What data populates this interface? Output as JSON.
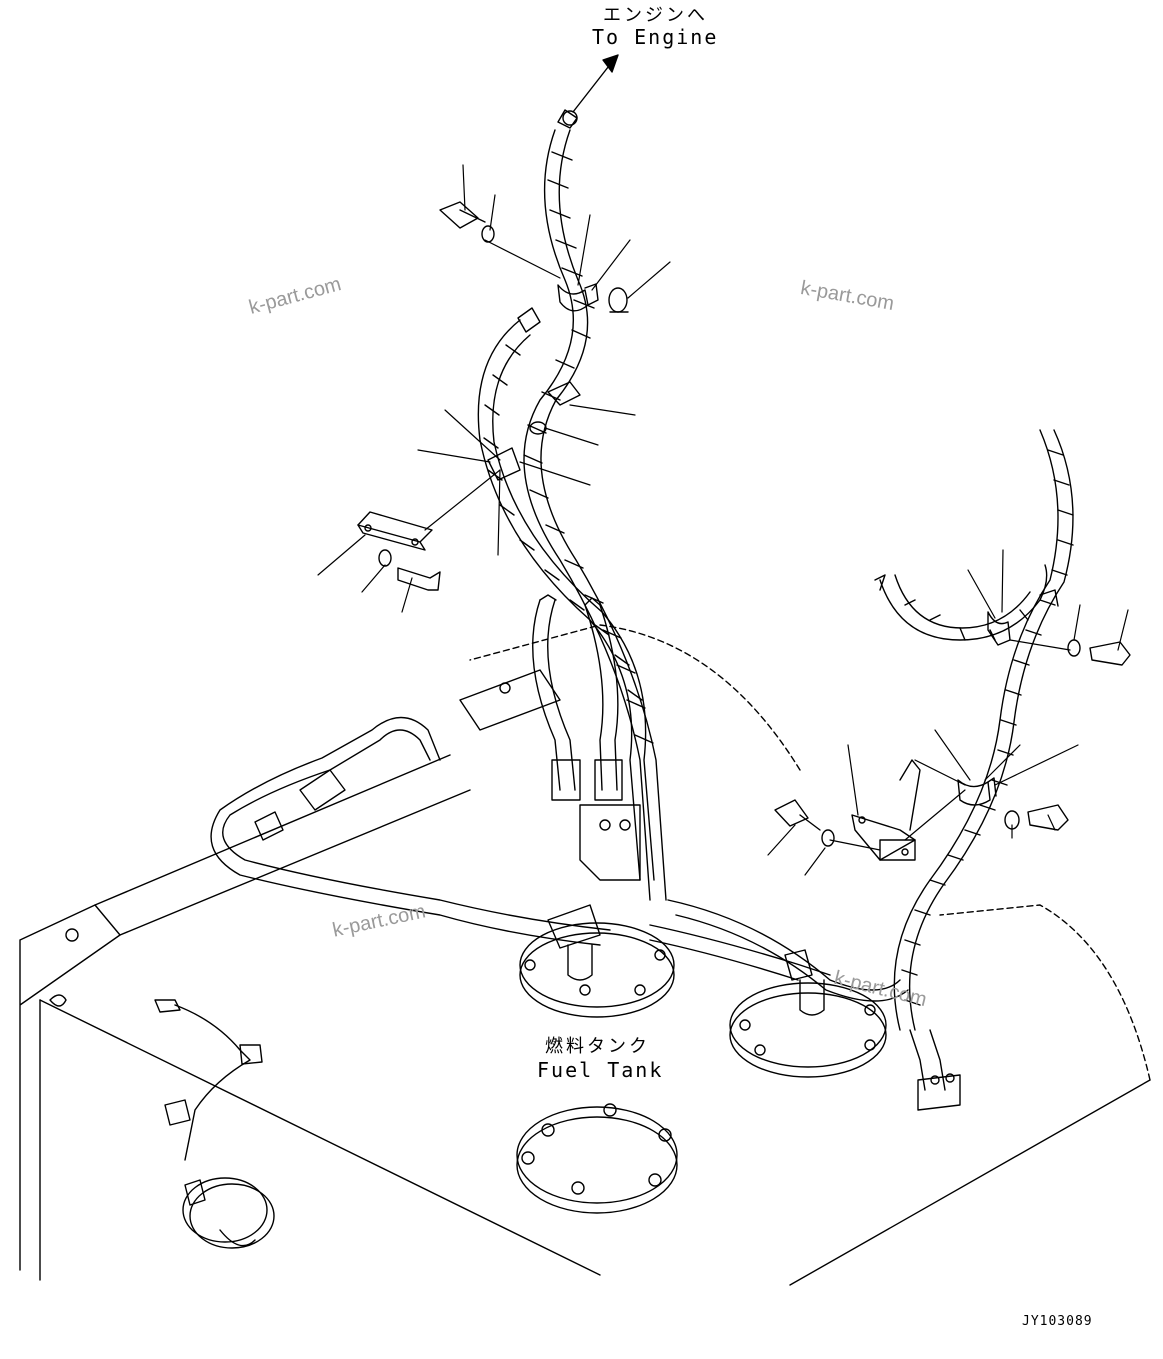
{
  "labels": {
    "engine_jp": "エンジンへ",
    "engine_en": "To Engine",
    "tank_jp": "燃料タンク",
    "tank_en": "Fuel Tank"
  },
  "watermark": "k-part.com",
  "figure_id": "JY103089",
  "colors": {
    "line": "#000000",
    "watermark": "#9a9a9a",
    "background": "#ffffff"
  }
}
